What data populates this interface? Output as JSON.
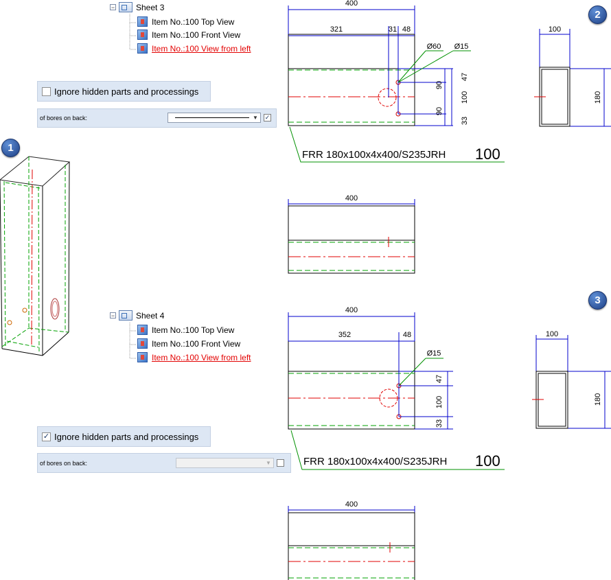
{
  "section1": {
    "badge": "1",
    "tree": {
      "sheet": "Sheet 3",
      "items": [
        {
          "label": "Item No.:100 Top View",
          "active": false
        },
        {
          "label": "Item No.:100 Front View",
          "active": false
        },
        {
          "label": "Item No.:100 View from left",
          "active": true
        }
      ]
    },
    "ignore_hidden": {
      "label": "Ignore hidden parts and processings",
      "checked": false
    },
    "bores_back": {
      "label": "of bores on back:",
      "enabled": true,
      "checked": true
    }
  },
  "section2": {
    "badge": "2",
    "tree": {
      "sheet": "Sheet 4",
      "items": [
        {
          "label": "Item No.:100 Top View",
          "active": false
        },
        {
          "label": "Item No.:100 Front View",
          "active": false
        },
        {
          "label": "Item No.:100 View from left",
          "active": true
        }
      ]
    },
    "ignore_hidden": {
      "label": "Ignore hidden parts and processings",
      "checked": true
    },
    "bores_back": {
      "label": "of bores on back:",
      "enabled": false,
      "checked": false
    }
  },
  "badge3": "3",
  "drawing_a": {
    "top_width": "400",
    "seg1": "321",
    "seg2": "31",
    "seg3": "48",
    "dia1": "Ø60",
    "dia2": "Ø15",
    "v1": "47",
    "v2": "90",
    "v3": "100",
    "v4": "90",
    "v5": "33",
    "side_width": "100",
    "side_height": "180",
    "part_label": "FRR 180x100x4x400/S235JRH",
    "part_qty": "100",
    "bottom_width": "400"
  },
  "drawing_b": {
    "top_width": "400",
    "seg1": "352",
    "seg2": "48",
    "dia": "Ø15",
    "v1": "47",
    "v2": "100",
    "v3": "33",
    "side_width": "100",
    "side_height": "180",
    "part_label": "FRR 180x100x4x400/S235JRH",
    "part_qty": "100",
    "bottom_width": "400"
  },
  "colors": {
    "dim_blue": "#0000cc",
    "hidden_green": "#00a000",
    "center_red": "#e00000",
    "leader_green": "#009000"
  }
}
